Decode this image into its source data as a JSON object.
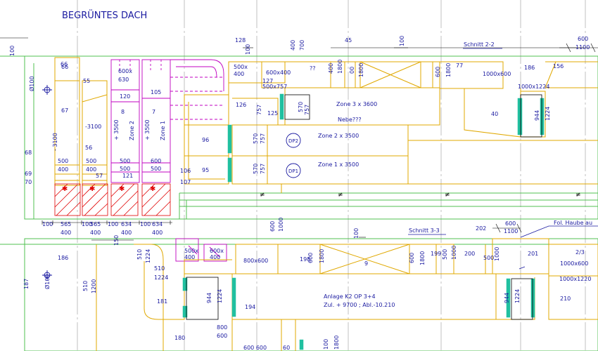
{
  "drawing": {
    "title": "BEGRÜNTES DACH",
    "section_2": "Schnitt 2-2",
    "section_3": "Schnitt 3-3",
    "fol_label": "Fol. Haube au",
    "zone_3": "Zone 3 x 3600",
    "zone_3_note": "Nebe???",
    "zone_2": "Zone 2 x 3500",
    "zone_1": "Zone 1 x 3500",
    "dp2": "DP2",
    "dp1": "DP1",
    "plant_1": "Anlage K2 OP 3+4",
    "plant_2": "Zul. + 9700 ; Abl.-10.210",
    "qq": "??"
  },
  "colors": {
    "duct": "#e0a800",
    "dim": "#1a1aa0",
    "magenta": "#c000c0",
    "grid": "#50c050",
    "teal": "#20c0a0",
    "fire": "#e00000",
    "axis": "#909090"
  }
}
